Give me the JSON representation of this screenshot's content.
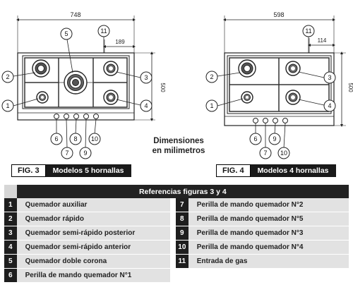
{
  "fig3": {
    "label": "FIG. 3",
    "title": "Modelos 5 hornallas",
    "dim_width": "748",
    "dim_offset": "189",
    "dim_depth": "500"
  },
  "fig4": {
    "label": "FIG. 4",
    "title": "Modelos 4 hornallas",
    "dim_width": "598",
    "dim_offset": "114",
    "dim_depth": "500"
  },
  "units_note": {
    "line1": "Dimensiones",
    "line2": "en milimetros"
  },
  "callouts": [
    "1",
    "2",
    "3",
    "4",
    "5",
    "6",
    "7",
    "8",
    "9",
    "10",
    "11"
  ],
  "table": {
    "title": "Referencias figuras 3 y 4",
    "left": [
      {
        "num": "1",
        "text": "Quemador auxiliar"
      },
      {
        "num": "2",
        "text": "Quemador rápido"
      },
      {
        "num": "3",
        "text": "Quemador semi-rápido posterior"
      },
      {
        "num": "4",
        "text": "Quemador semi-rápido anterior"
      },
      {
        "num": "5",
        "text": "Quemador doble corona"
      },
      {
        "num": "6",
        "text": "Perilla de mando quemador N°1"
      }
    ],
    "right": [
      {
        "num": "7",
        "text": "Perilla de mando quemador N°2"
      },
      {
        "num": "8",
        "text": "Perilla de mando quemador N°5"
      },
      {
        "num": "9",
        "text": "Perilla de mando quemador N°3"
      },
      {
        "num": "10",
        "text": "Perilla de mando quemador N°4"
      },
      {
        "num": "11",
        "text": "Entrada de gas"
      },
      {
        "num": "",
        "text": ""
      }
    ]
  }
}
